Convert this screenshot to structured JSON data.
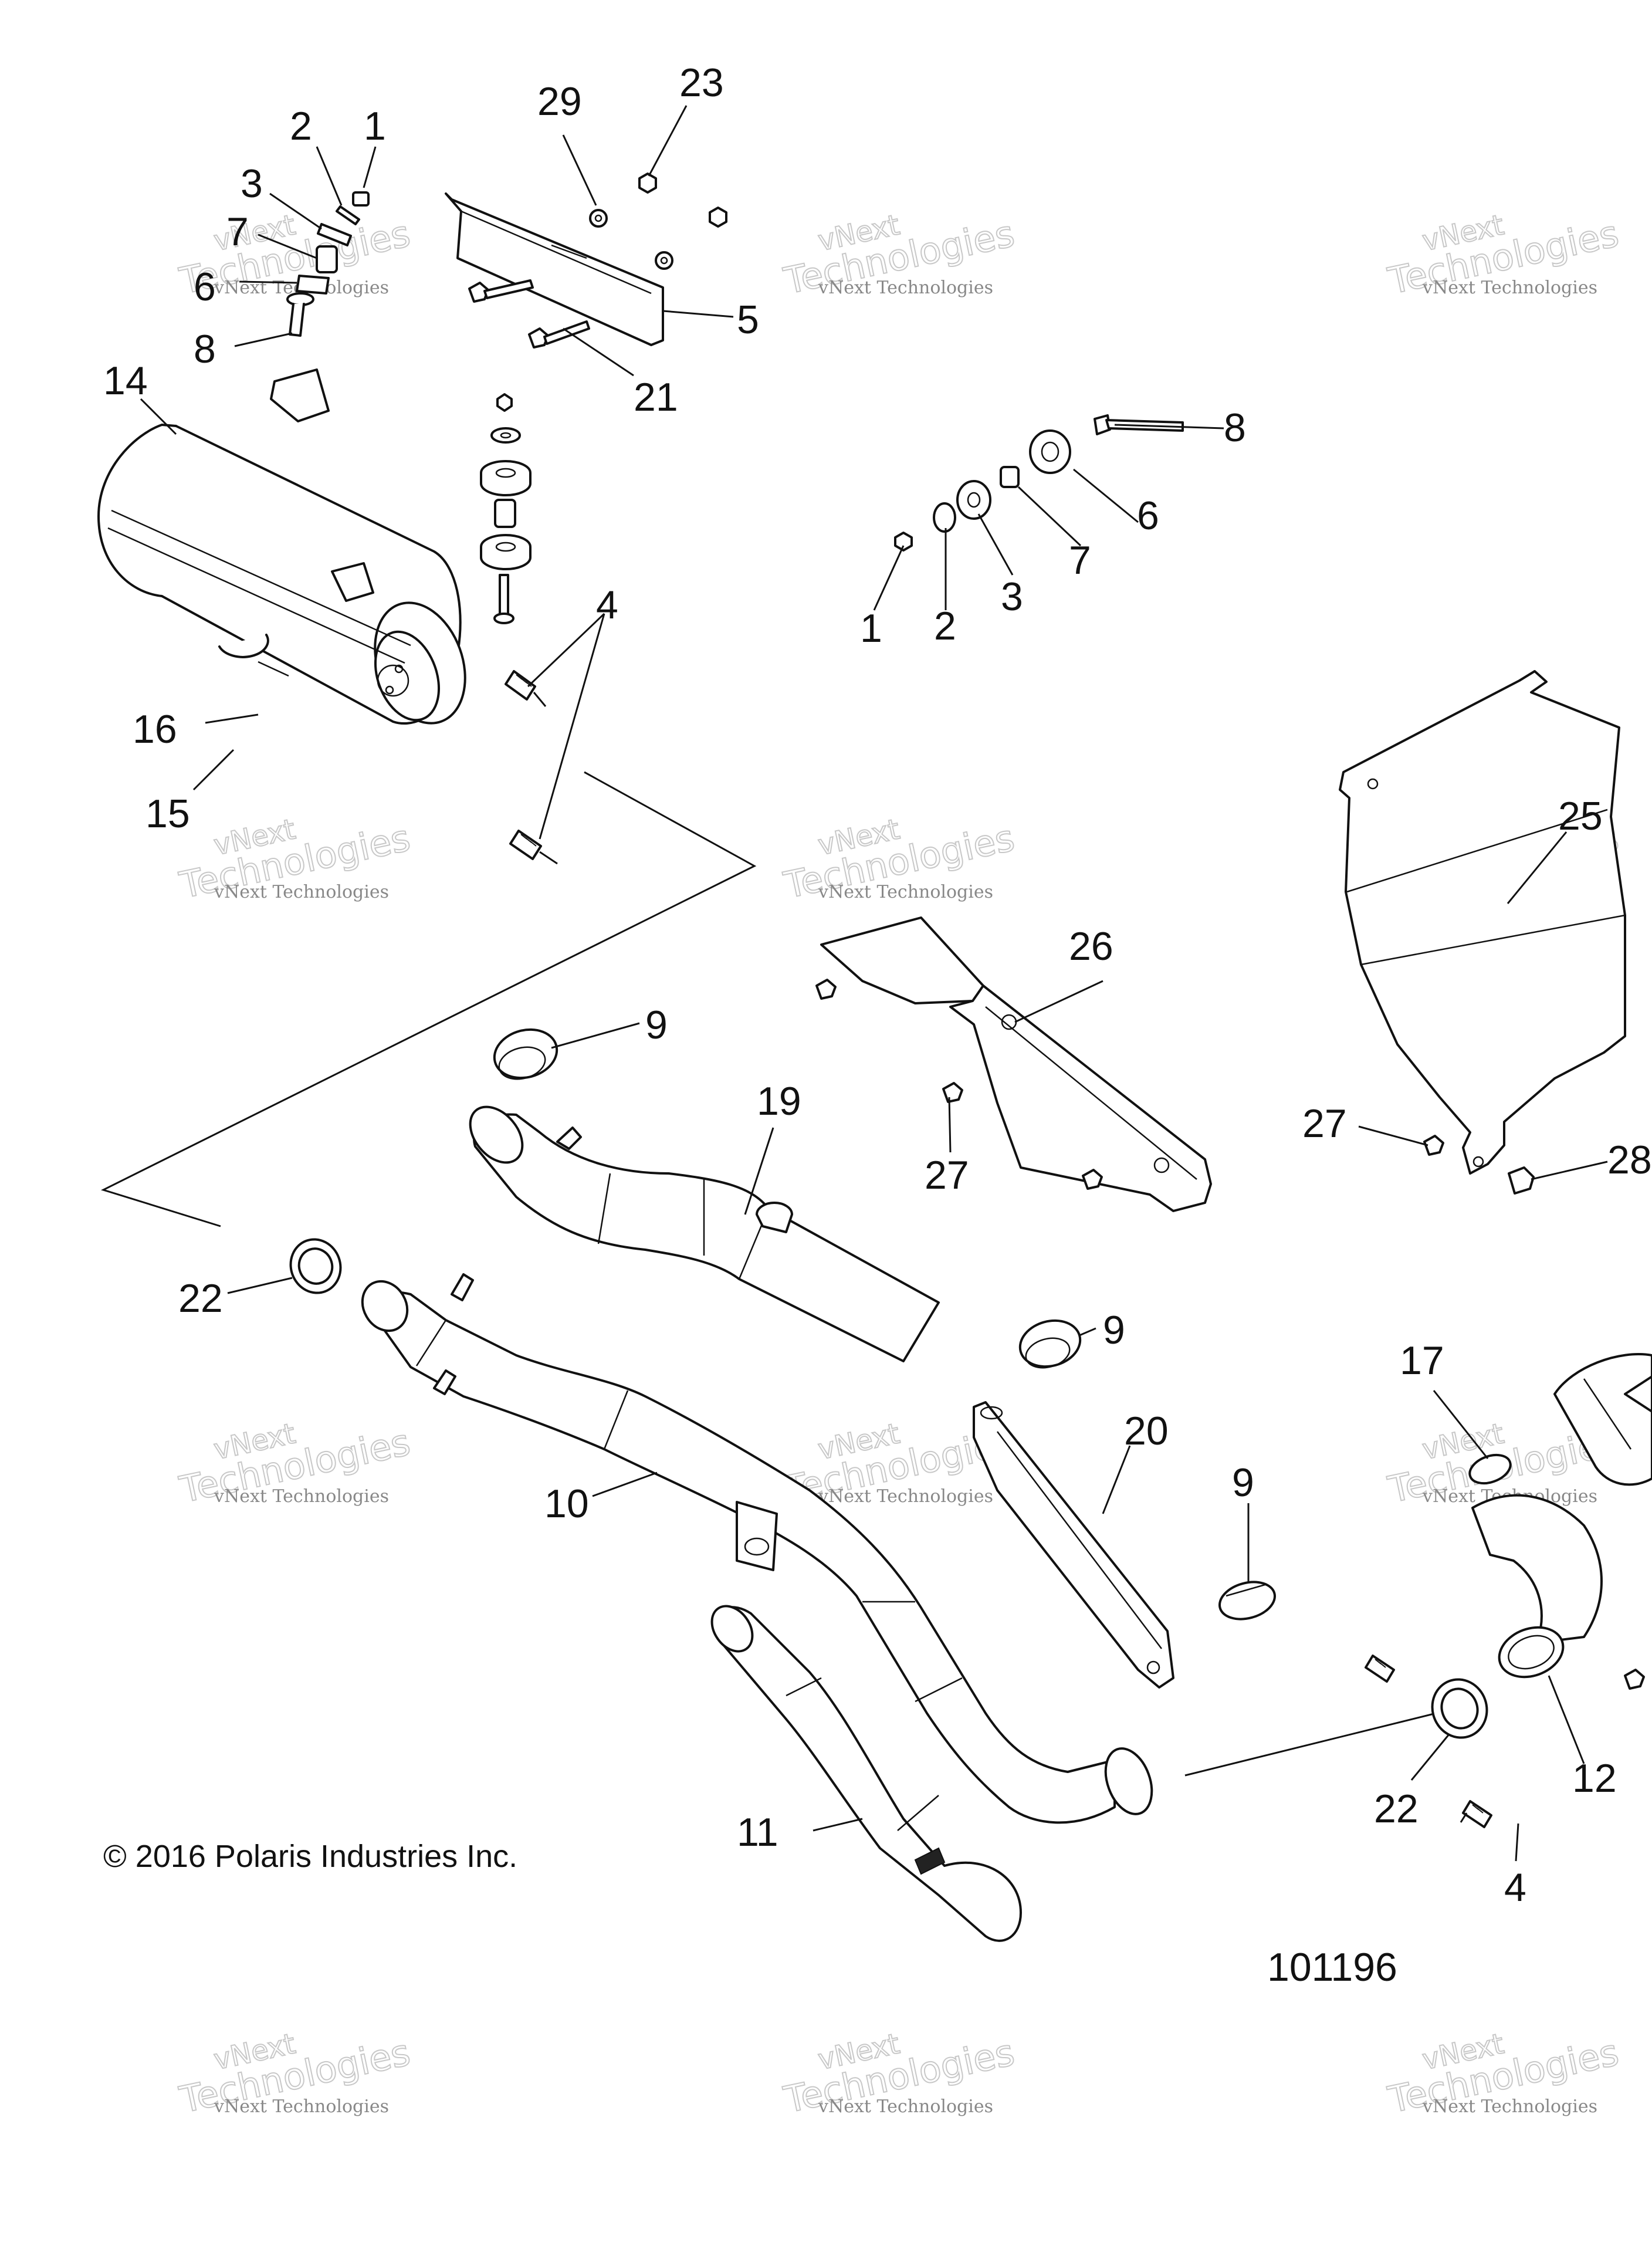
{
  "diagram": {
    "copyright": "© 2016 Polaris Industries Inc.",
    "part_number": "101196",
    "watermark": {
      "line1": "vNext Technologies",
      "line2": "vNext",
      "line3": "Technologies"
    },
    "callouts": {
      "c1a": "1",
      "c2a": "2",
      "c3a": "3",
      "c7a": "7",
      "c6a": "6",
      "c8a": "8",
      "c29": "29",
      "c23": "23",
      "c5": "5",
      "c21": "21",
      "c14": "14",
      "c4a": "4",
      "c16": "16",
      "c15": "15",
      "c8b": "8",
      "c6b": "6",
      "c7b": "7",
      "c3b": "3",
      "c2b": "2",
      "c1b": "1",
      "c25": "25",
      "c26": "26",
      "c9a": "9",
      "c19": "19",
      "c27a": "27",
      "c27b": "27",
      "c28": "28",
      "c22a": "22",
      "c9b": "9",
      "c20": "20",
      "c9c": "9",
      "c17": "17",
      "c10": "10",
      "c12": "12",
      "c22b": "22",
      "c11": "11",
      "c4b": "4"
    }
  }
}
